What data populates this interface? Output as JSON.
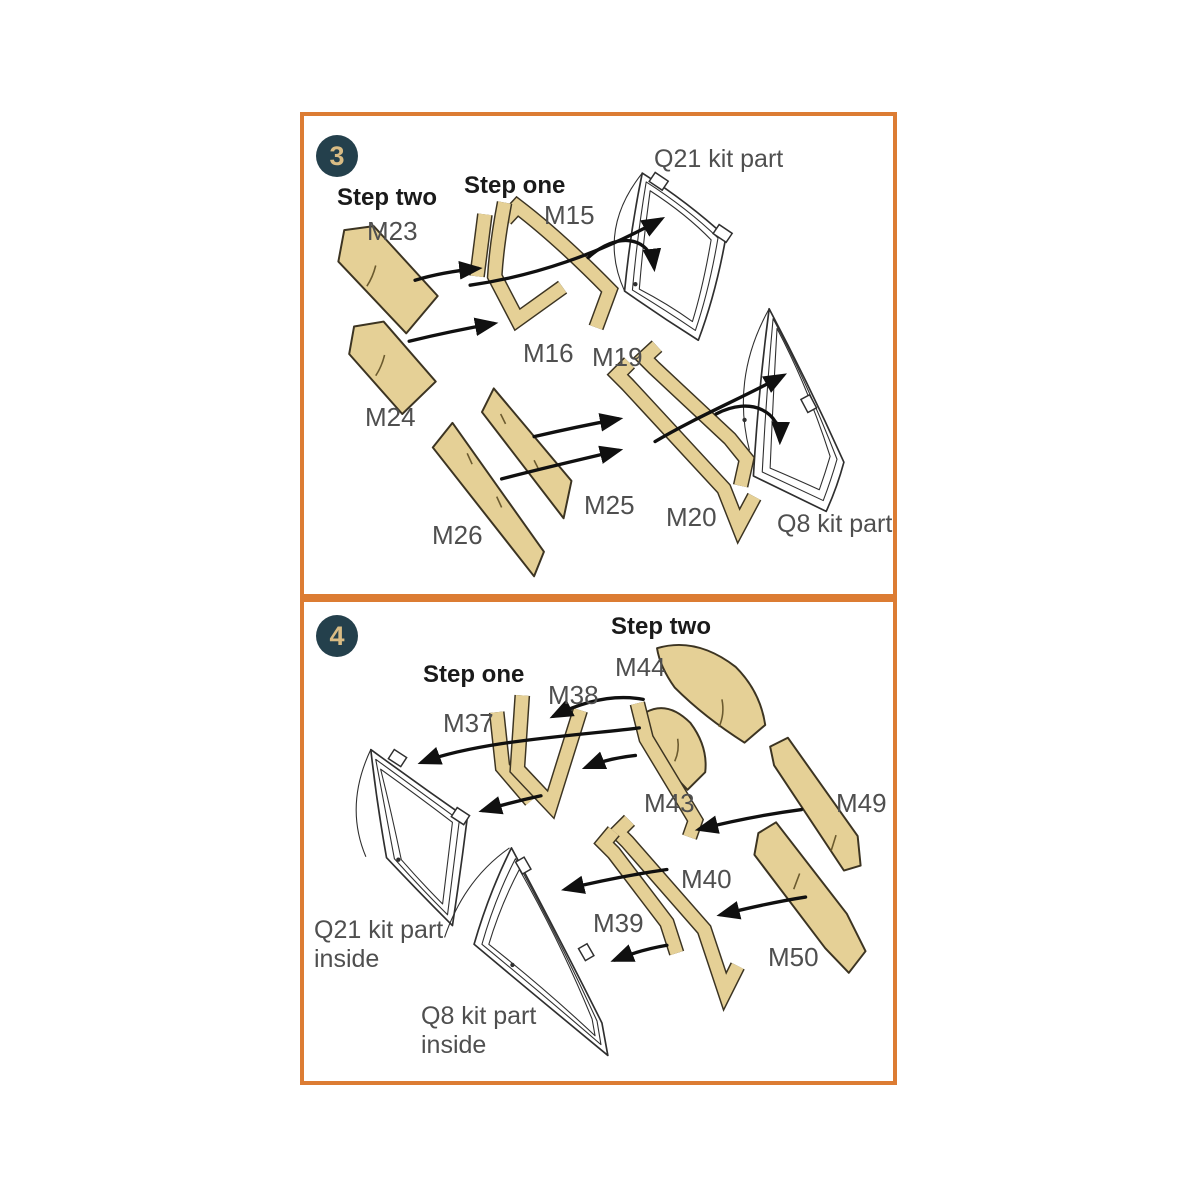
{
  "colors": {
    "panel_border": "#dc7c33",
    "background": "#ffffff",
    "mask_fill": "#e5d096",
    "mask_outline": "#3c3422",
    "badge_background": "#24404c",
    "badge_text": "#d9bc84",
    "header_text": "#1a1a1a",
    "label_text": "#4f4f4f",
    "kit_outline": "#2f2f2f",
    "arrow": "#101010"
  },
  "panels": [
    {
      "badge": "3",
      "headers": [
        {
          "id": "step-two",
          "text": "Step two"
        },
        {
          "id": "step-one",
          "text": "Step one"
        }
      ],
      "part_labels": [
        {
          "text": "M23"
        },
        {
          "text": "M15"
        },
        {
          "text": "M16"
        },
        {
          "text": "M19"
        },
        {
          "text": "M24"
        },
        {
          "text": "M25"
        },
        {
          "text": "M26"
        },
        {
          "text": "M20"
        }
      ],
      "kit_labels": [
        {
          "text": "Q21 kit part"
        },
        {
          "text": "Q8 kit part"
        }
      ]
    },
    {
      "badge": "4",
      "headers": [
        {
          "id": "step-two",
          "text": "Step two"
        },
        {
          "id": "step-one",
          "text": "Step one"
        }
      ],
      "part_labels": [
        {
          "text": "M44"
        },
        {
          "text": "M38"
        },
        {
          "text": "M37"
        },
        {
          "text": "M43"
        },
        {
          "text": "M49"
        },
        {
          "text": "M40"
        },
        {
          "text": "M39"
        },
        {
          "text": "M50"
        }
      ],
      "kit_labels": [
        {
          "text": "Q21 kit part\ninside"
        },
        {
          "text": "Q8 kit part\ninside"
        }
      ]
    }
  ]
}
